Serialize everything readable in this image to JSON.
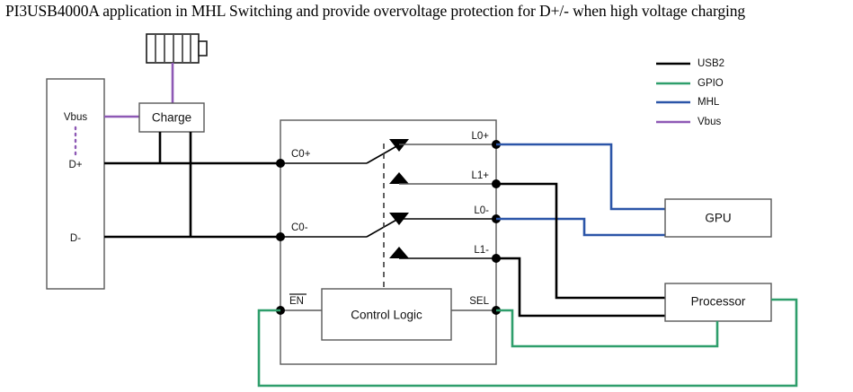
{
  "title": "PI3USB4000A application in MHL Switching and provide overvoltage protection for D+/- when high voltage charging",
  "legend": {
    "items": [
      {
        "label": "USB2",
        "color": "#000000",
        "name": "legend-usb2"
      },
      {
        "label": "GPIO",
        "color": "#2e9e6b",
        "name": "legend-gpio"
      },
      {
        "label": "MHL",
        "color": "#2b55a8",
        "name": "legend-mhl"
      },
      {
        "label": "Vbus",
        "color": "#8e59b5",
        "name": "legend-vbus"
      }
    ]
  },
  "blocks": {
    "connector": {
      "pins": [
        "Vbus",
        "D+",
        "D-"
      ]
    },
    "charge": {
      "label": "Charge"
    },
    "battery": {
      "name": "battery-icon",
      "segments": 5
    },
    "ic": {
      "left_pins": [
        "C0+",
        "C0-"
      ],
      "right_pins": [
        "L0+",
        "L1+",
        "L0-",
        "L1-"
      ],
      "bottom_left_pin": "EN",
      "bottom_right_pin": "SEL",
      "control_logic": {
        "label": "Control Logic"
      }
    },
    "gpu": {
      "label": "GPU"
    },
    "processor": {
      "label": "Processor"
    }
  },
  "colors": {
    "usb2": "#000000",
    "gpio": "#2e9e6b",
    "mhl": "#2b55a8",
    "vbus": "#8e59b5",
    "box_stroke": "#595959"
  }
}
